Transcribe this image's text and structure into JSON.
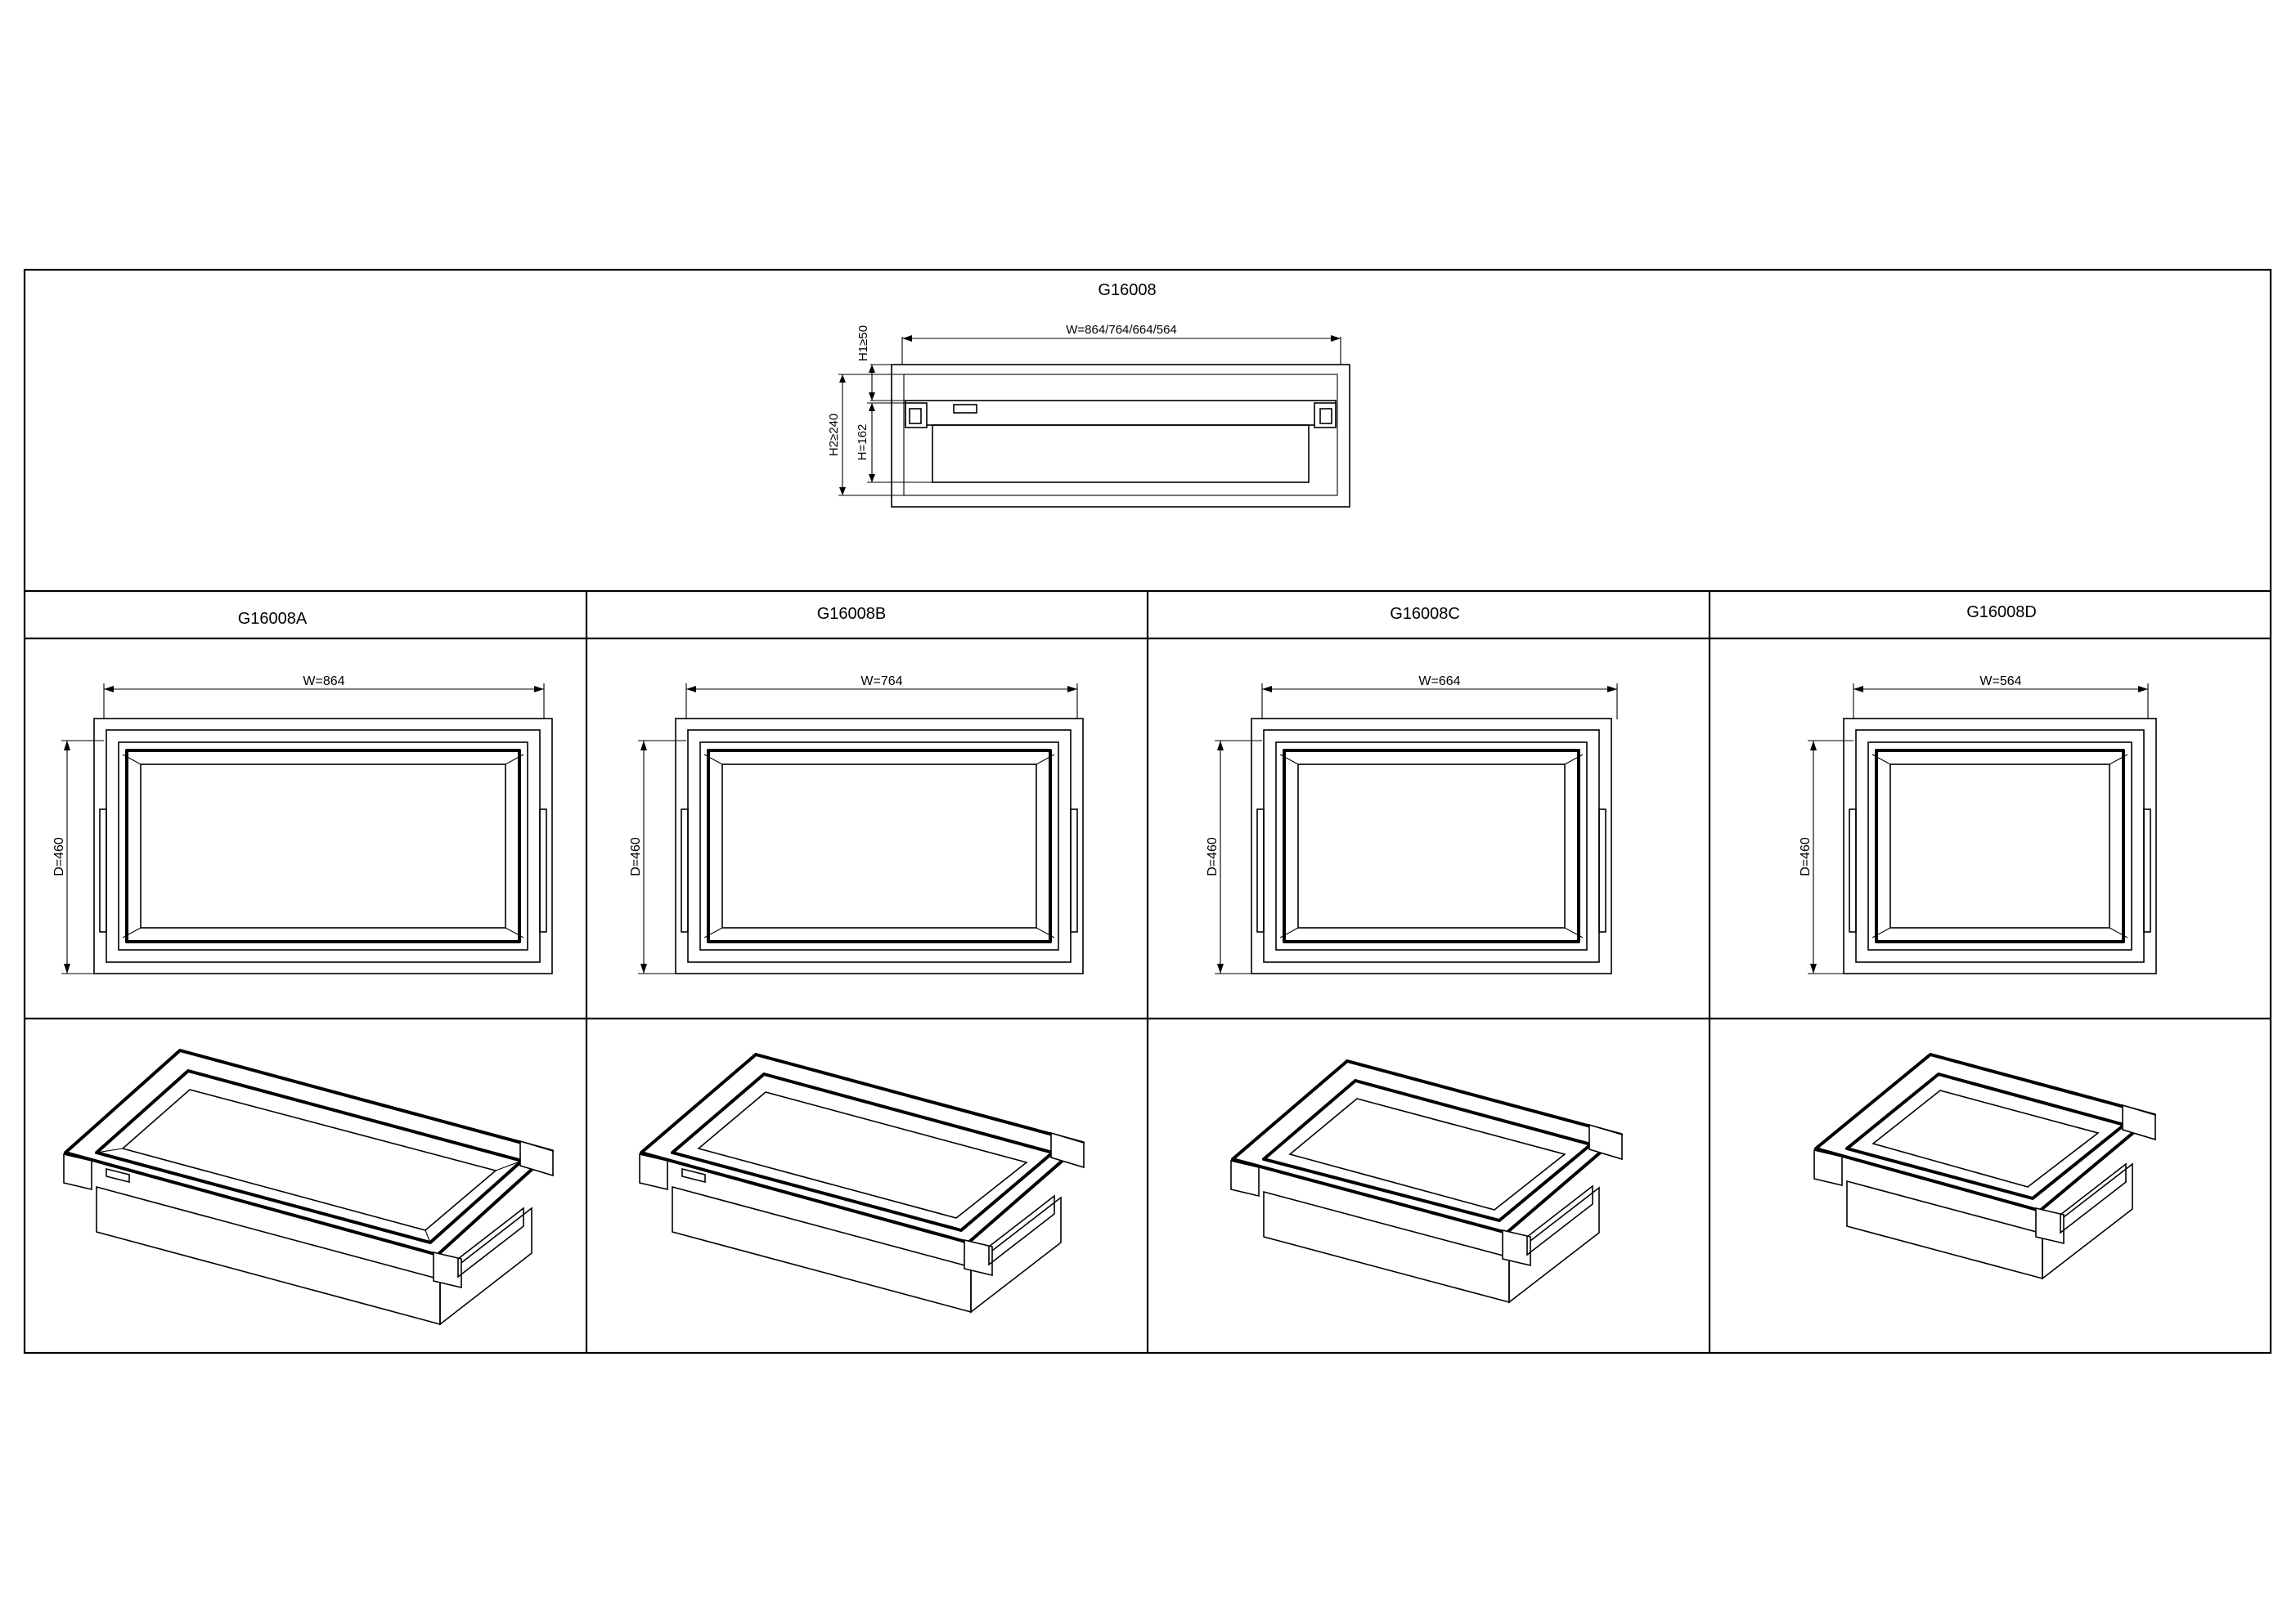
{
  "header": {
    "model": "G16008",
    "width_dim": "W=864/764/664/564",
    "h1_dim": "H1≥50",
    "h2_dim": "H2≥240",
    "h_dim": "H=162"
  },
  "variants": [
    {
      "code": "G16008A",
      "width_dim": "W=864",
      "depth_dim": "D=460"
    },
    {
      "code": "G16008B",
      "width_dim": "W=764",
      "depth_dim": "D=460"
    },
    {
      "code": "G16008C",
      "width_dim": "W=664",
      "depth_dim": "D=460"
    },
    {
      "code": "G16008D",
      "width_dim": "W=564",
      "depth_dim": "D=460"
    }
  ]
}
